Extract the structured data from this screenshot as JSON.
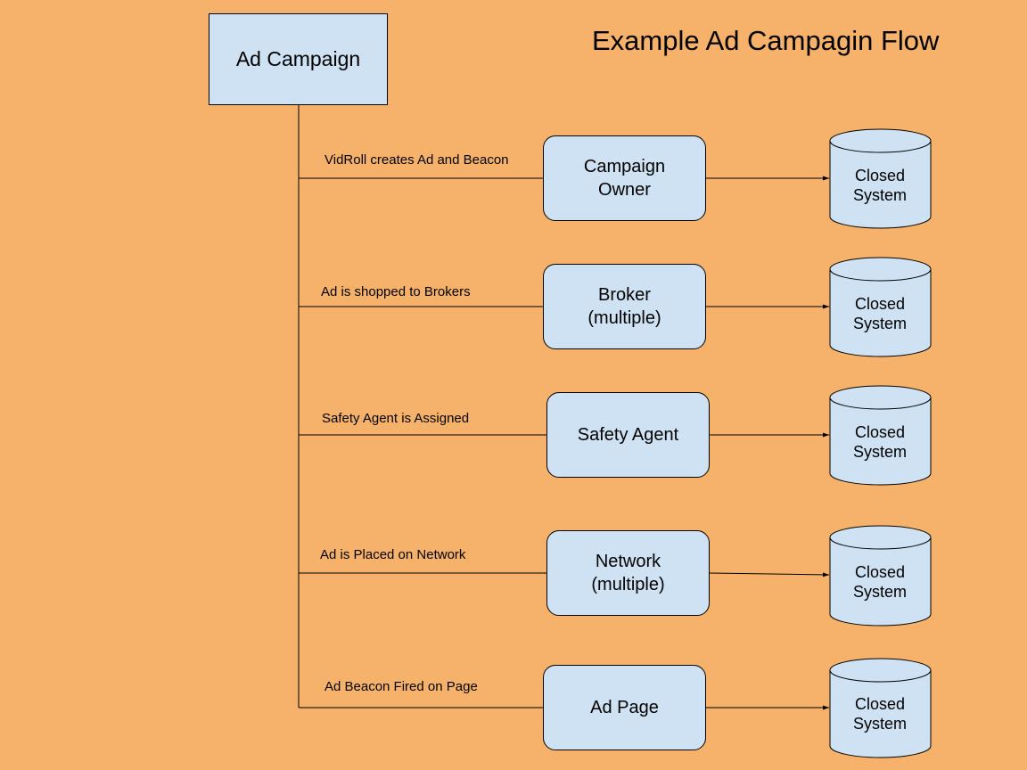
{
  "title": "Example Ad Campagin Flow",
  "root": {
    "label": "Ad Campaign"
  },
  "colors": {
    "background": "#f6b26b",
    "node_fill": "#cfe2f3",
    "stroke": "#000000"
  },
  "steps": [
    {
      "edge_label": "VidRoll creates Ad and Beacon",
      "node": "Campaign\nOwner",
      "store": "Closed\nSystem"
    },
    {
      "edge_label": "Ad is shopped to Brokers",
      "node": "Broker\n(multiple)",
      "store": "Closed\nSystem"
    },
    {
      "edge_label": "Safety Agent is Assigned",
      "node": "Safety Agent",
      "store": "Closed\nSystem"
    },
    {
      "edge_label": "Ad is Placed on Network",
      "node": "Network\n(multiple)",
      "store": "Closed\nSystem"
    },
    {
      "edge_label": "Ad Beacon Fired on Page",
      "node": "Ad Page",
      "store": "Closed\nSystem"
    }
  ]
}
